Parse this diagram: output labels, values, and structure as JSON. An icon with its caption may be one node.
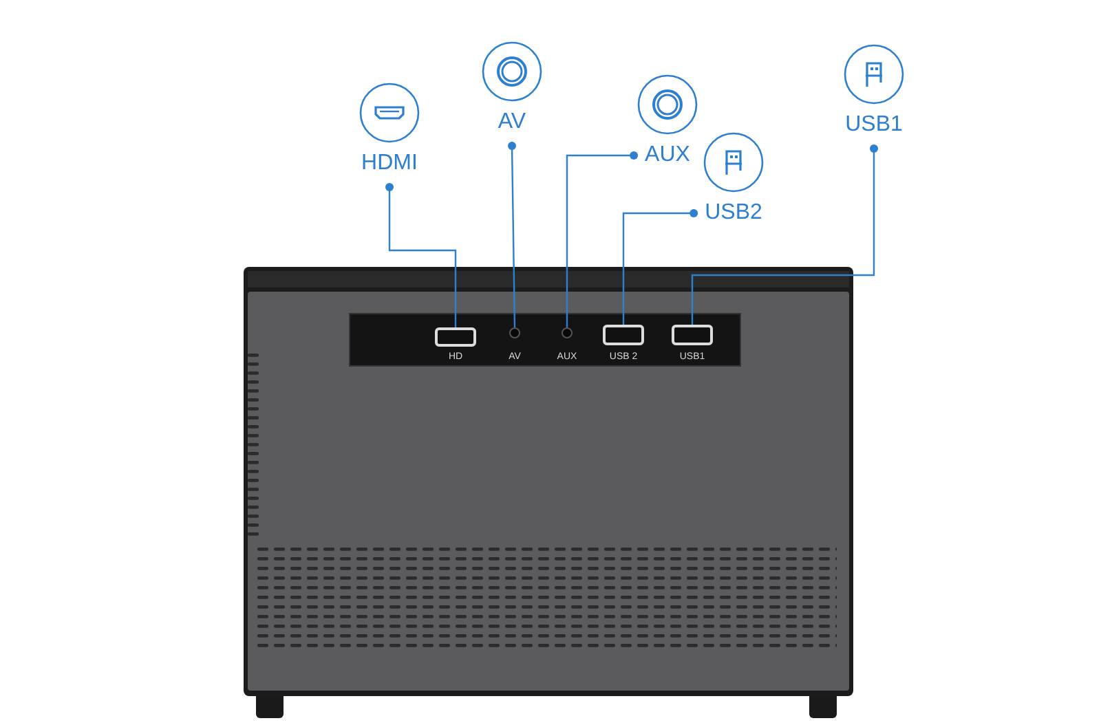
{
  "diagram": {
    "nodes": [
      {
        "text": [
          "HDMI"
        ]
      },
      {
        "text": [
          "AV"
        ]
      },
      {
        "text": [
          "AUX"
        ]
      },
      {
        "text": [
          "USB2"
        ]
      },
      {
        "text": [
          "USB1"
        ]
      },
      {
        "text": [],
        "shape": "box"
      },
      {
        "text": [],
        "shape": "circle"
      },
      {
        "text": [],
        "shape": "circle"
      },
      {
        "text": [],
        "shape": "box"
      },
      {
        "text": [],
        "shape": "box"
      }
    ],
    "edges": [
      {
        "from": 0,
        "to": 5,
        "arrow": "other"
      },
      {
        "from": 1,
        "to": 6,
        "arrow": "other"
      },
      {
        "from": 2,
        "to": 7,
        "arrow": "other"
      },
      {
        "from": 3,
        "to": 8,
        "arrow": "other"
      },
      {
        "from": 4,
        "to": 9,
        "arrow": "other"
      }
    ],
    "labels": [
      "HD",
      "AV",
      "AUX",
      "USB 2",
      "USB1"
    ]
  }
}
